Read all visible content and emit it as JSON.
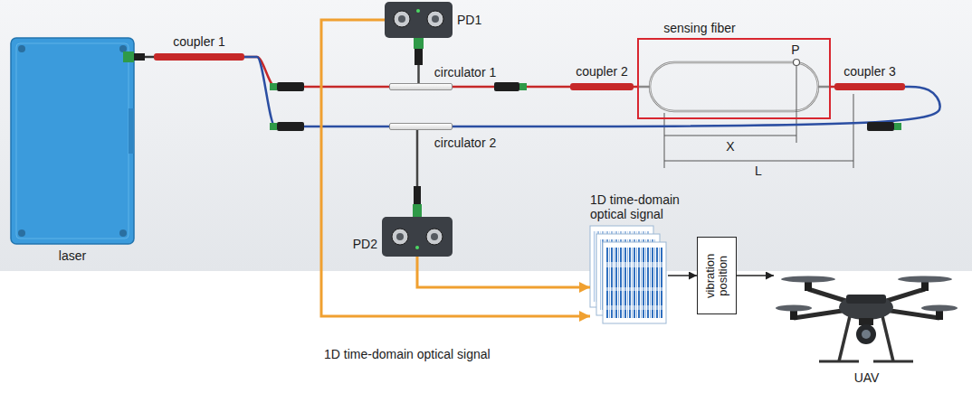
{
  "diagram": {
    "nodes": [
      {
        "text": [
          "laser"
        ]
      },
      {
        "text": [
          "coupler 1"
        ]
      },
      {
        "text": [
          "PD1"
        ]
      },
      {
        "text": [
          "circulator 1"
        ]
      },
      {
        "text": [
          "circulator 2"
        ]
      },
      {
        "text": [
          "coupler 2"
        ]
      },
      {
        "text": [
          "sensing fiber"
        ]
      },
      {
        "text": [
          "coupler 3"
        ]
      },
      {
        "text": [
          "PD2"
        ]
      },
      {
        "text": [
          "1D time-domain optical signal"
        ]
      },
      {
        "text": [
          "vibration position"
        ]
      },
      {
        "text": [
          "UAV"
        ]
      }
    ],
    "edges": [
      {
        "from": 0,
        "to": 1,
        "arrow": "none"
      },
      {
        "from": 1,
        "to": 3,
        "arrow": "none"
      },
      {
        "from": 1,
        "to": 4,
        "arrow": "none"
      },
      {
        "from": 3,
        "to": 2,
        "arrow": "none"
      },
      {
        "from": 3,
        "to": 5,
        "arrow": "none"
      },
      {
        "from": 5,
        "to": 6,
        "arrow": "none"
      },
      {
        "from": 6,
        "to": 7,
        "arrow": "none"
      },
      {
        "from": 7,
        "to": 4,
        "arrow": "none"
      },
      {
        "from": 4,
        "to": 8,
        "arrow": "none"
      },
      {
        "from": 2,
        "to": 9,
        "arrow": "to",
        "label": "1D time-domain optical signal"
      },
      {
        "from": 8,
        "to": 9,
        "arrow": "to"
      },
      {
        "from": 9,
        "to": 10,
        "arrow": "to"
      },
      {
        "from": 10,
        "to": 11,
        "arrow": "to"
      }
    ],
    "labels": [
      "P",
      "X",
      "L"
    ]
  }
}
